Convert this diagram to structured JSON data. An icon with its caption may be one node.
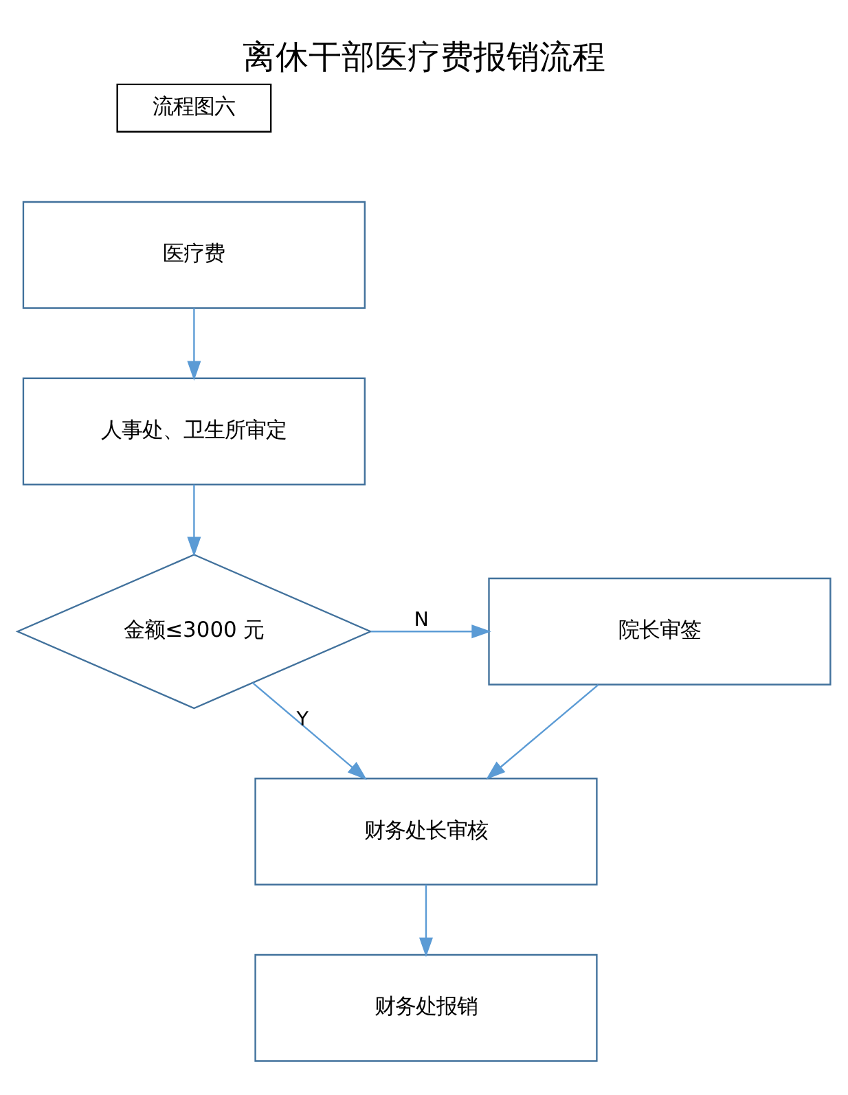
{
  "diagram": {
    "title": "离休干部医疗费报销流程",
    "nodes": [
      {
        "text": [
          "流程图六"
        ]
      },
      {
        "text": [
          "医疗费"
        ]
      },
      {
        "text": [
          "人事处、卫生所审定"
        ]
      },
      {
        "text": [
          "金额≤3000 元"
        ]
      },
      {
        "text": [
          "院长审签"
        ]
      },
      {
        "text": [
          "财务处长审核"
        ]
      },
      {
        "text": [
          "财务处报销"
        ]
      }
    ],
    "edges": [
      {
        "from": 1,
        "to": 2,
        "arrow": "to"
      },
      {
        "from": 2,
        "to": 3,
        "arrow": "to"
      },
      {
        "from": 3,
        "to": 4,
        "arrow": "to",
        "label": "N"
      },
      {
        "from": 3,
        "to": 5,
        "arrow": "to",
        "label": "Y"
      },
      {
        "from": 4,
        "to": 5,
        "arrow": "to"
      },
      {
        "from": 5,
        "to": 6,
        "arrow": "to"
      }
    ]
  }
}
